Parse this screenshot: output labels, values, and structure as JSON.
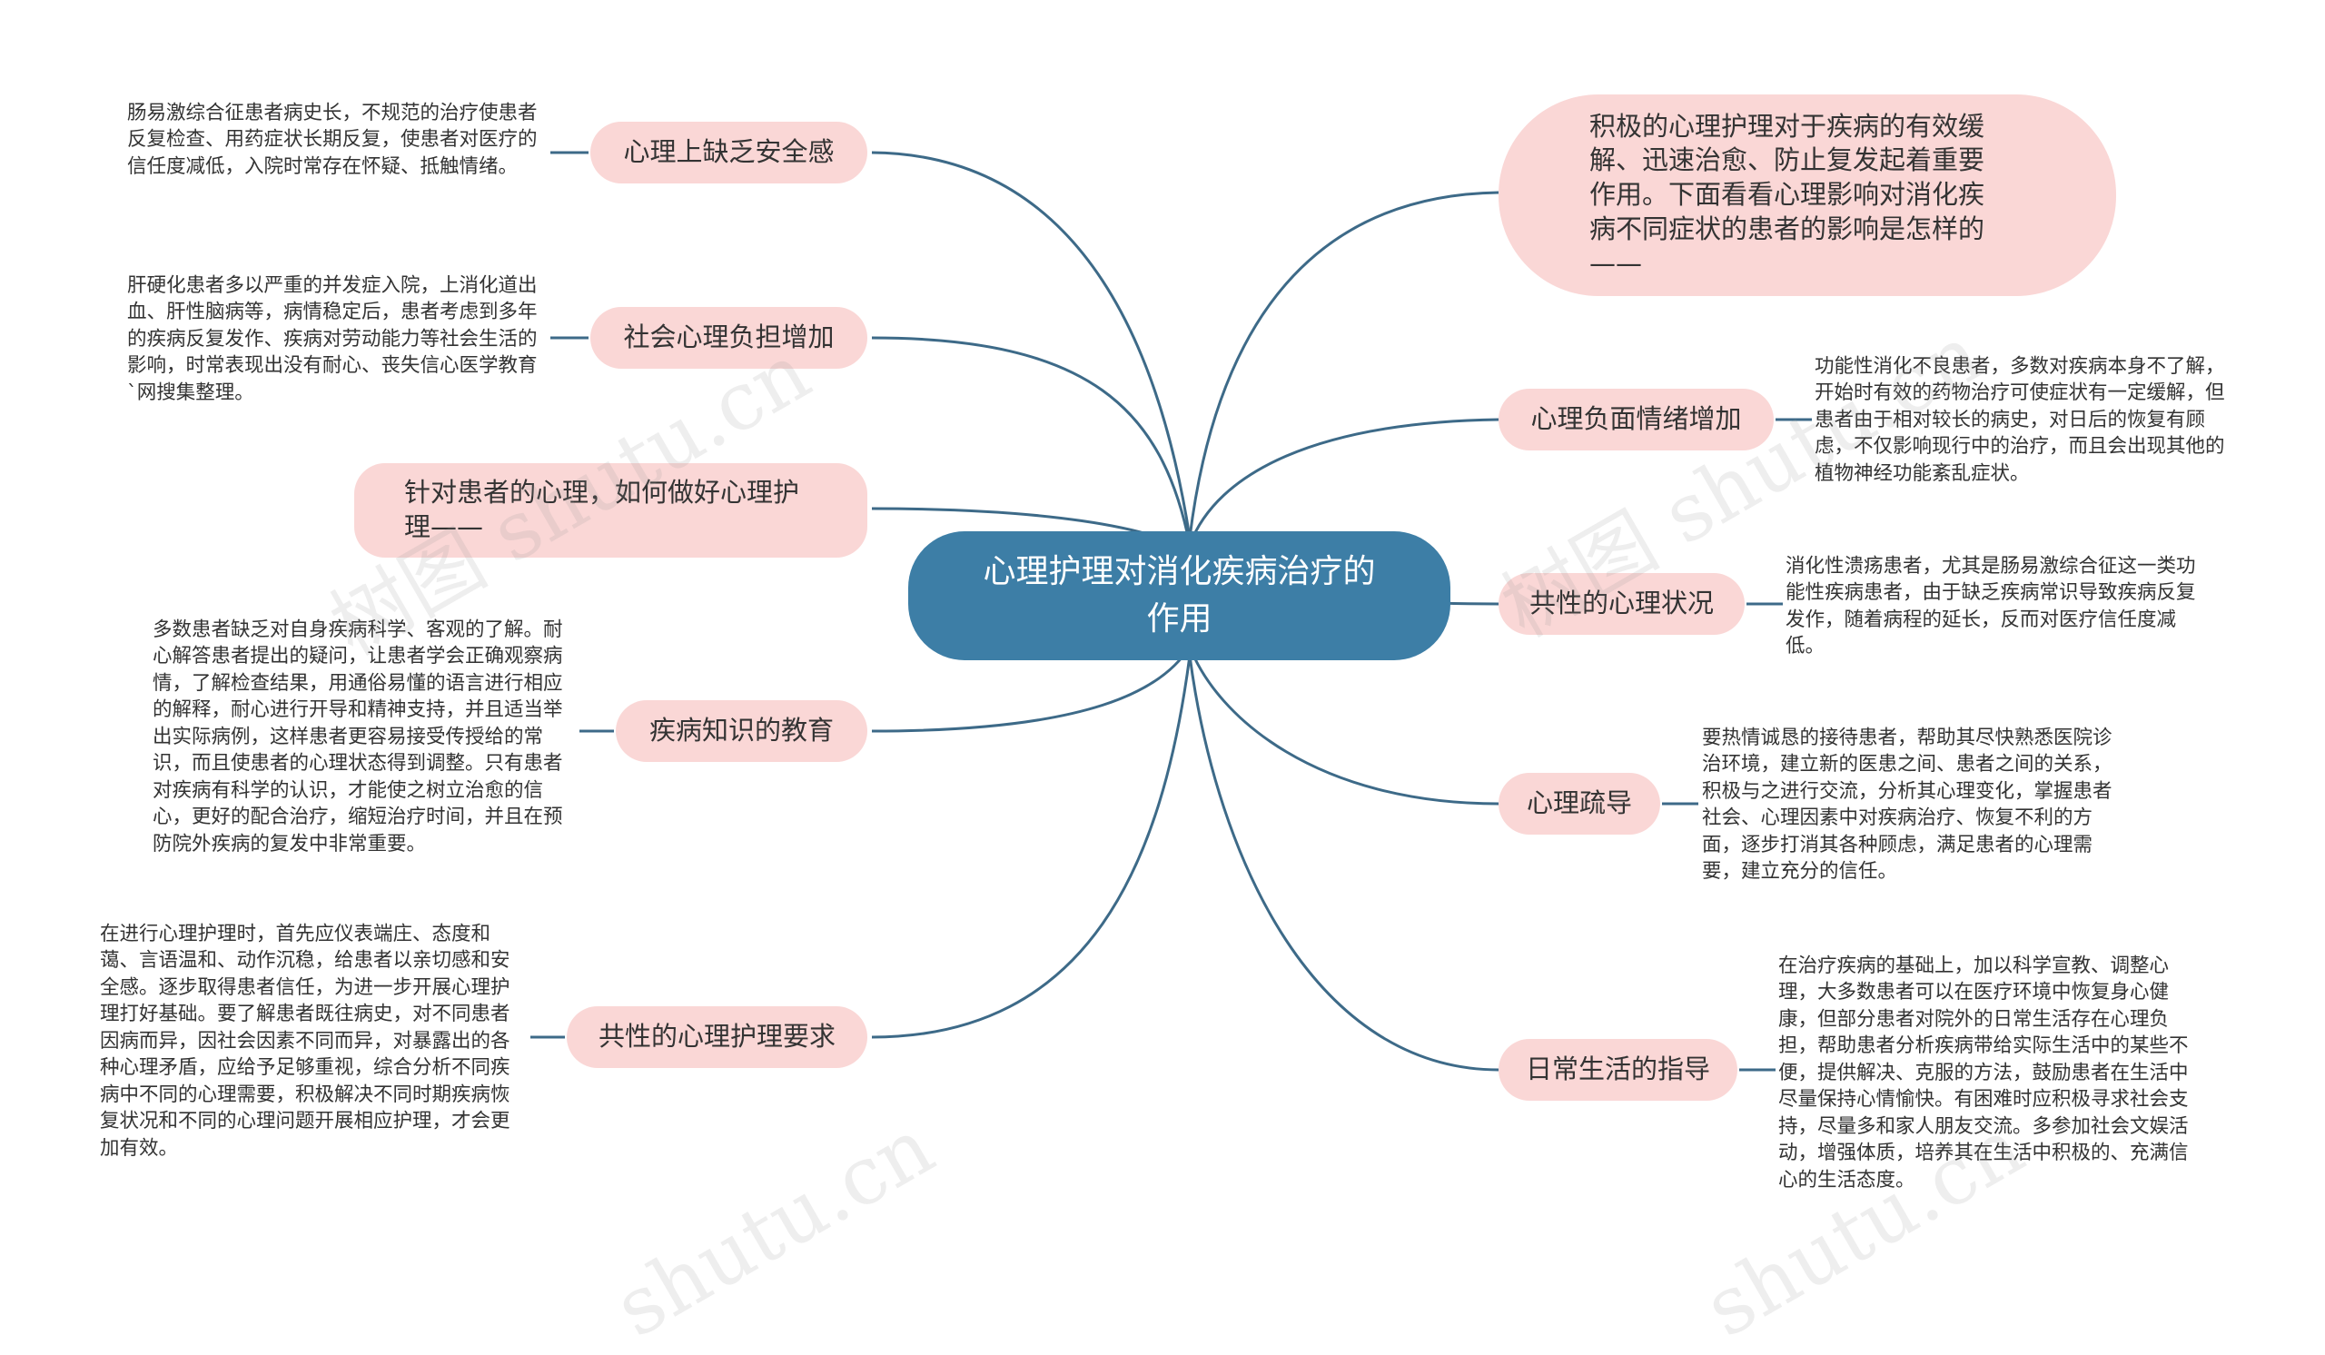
{
  "colors": {
    "center": "#3d7ea6",
    "branch": "#fad7d6",
    "link": "#3d6a88"
  },
  "center": {
    "label": "心理护理对消化疾病治疗的作用"
  },
  "left_branches": [
    {
      "label": "心理上缺乏安全感",
      "note": "肠易激综合征患者病史长，不规范的治疗使患者反复检查、用药症状长期反复，使患者对医疗的信任度减低，入院时常存在怀疑、抵触情绪。"
    },
    {
      "label": "社会心理负担增加",
      "note": "肝硬化患者多以严重的并发症入院，上消化道出血、肝性脑病等，病情稳定后，患者考虑到多年的疾病反复发作、疾病对劳动能力等社会生活的影响，时常表现出没有耐心、丧失信心医学教育`网搜集整理。"
    },
    {
      "label": "针对患者的心理，如何做好心理护理——",
      "note": ""
    },
    {
      "label": "疾病知识的教育",
      "note": "多数患者缺乏对自身疾病科学、客观的了解。耐心解答患者提出的疑问，让患者学会正确观察病情，了解检查结果，用通俗易懂的语言进行相应的解释，耐心进行开导和精神支持，并且适当举出实际病例，这样患者更容易接受传授给的常识，而且使患者的心理状态得到调整。只有患者对疾病有科学的认识，才能使之树立治愈的信心，更好的配合治疗，缩短治疗时间，并且在预防院外疾病的复发中非常重要。"
    },
    {
      "label": "共性的心理护理要求",
      "note": "在进行心理护理时，首先应仪表端庄、态度和蔼、言语温和、动作沉稳，给患者以亲切感和安全感。逐步取得患者信任，为进一步开展心理护理打好基础。要了解患者既往病史，对不同患者因病而异，因社会因素不同而异，对暴露出的各种心理矛盾，应给予足够重视，综合分析不同疾病中不同的心理需要，积极解决不同时期疾病恢复状况和不同的心理问题开展相应护理，才会更加有效。"
    }
  ],
  "right_branches": [
    {
      "label": "积极的心理护理对于疾病的有效缓解、迅速治愈、防止复发起着重要作用。下面看看心理影响对消化疾病不同症状的患者的影响是怎样的——",
      "note": ""
    },
    {
      "label": "心理负面情绪增加",
      "note": "功能性消化不良患者，多数对疾病本身不了解，开始时有效的药物治疗可使症状有一定缓解，但患者由于相对较长的病史，对日后的恢复有顾虑，不仅影响现行中的治疗，而且会出现其他的植物神经功能紊乱症状。"
    },
    {
      "label": "共性的心理状况",
      "note": "消化性溃疡患者，尤其是肠易激综合征这一类功能性疾病患者，由于缺乏疾病常识导致疾病反复发作，随着病程的延长，反而对医疗信任度减低。"
    },
    {
      "label": "心理疏导",
      "note": "要热情诚恳的接待患者，帮助其尽快熟悉医院诊治环境，建立新的医患之间、患者之间的关系，积极与之进行交流，分析其心理变化，掌握患者社会、心理因素中对疾病治疗、恢复不利的方面，逐步打消其各种顾虑，满足患者的心理需要，建立充分的信任。"
    },
    {
      "label": "日常生活的指导",
      "note": "在治疗疾病的基础上，加以科学宣教、调整心理，大多数患者可以在医疗环境中恢复身心健康，但部分患者对院外的日常生活存在心理负担，帮助患者分析疾病带给实际生活中的某些不便，提供解决、克服的方法，鼓励患者在生活中尽量保持心情愉快。有困难时应积极寻求社会支持，尽量多和家人朋友交流。多参加社会文娱活动，增强体质，培养其在生活中积极的、充满信心的生活态度。"
    }
  ],
  "watermark": {
    "text1": "树图 shutu.cn",
    "text2": "shutu.cn"
  }
}
